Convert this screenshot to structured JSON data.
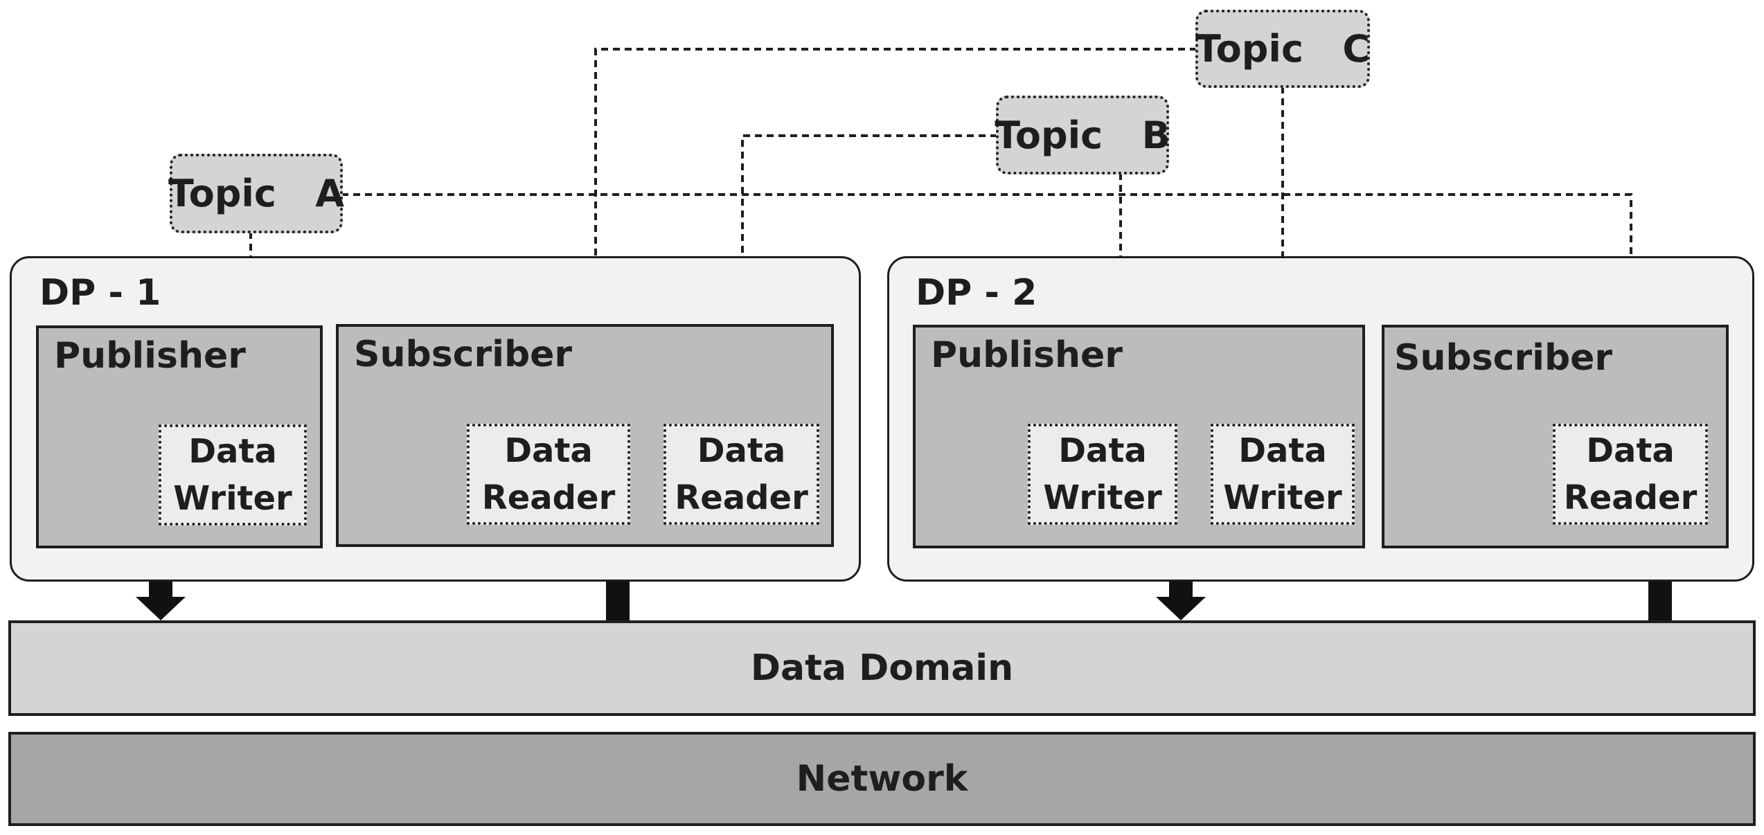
{
  "topics": {
    "a": "Topic   A",
    "b": "Topic   B",
    "c": "Topic   C"
  },
  "dp1": {
    "title": "DP - 1",
    "publisher": {
      "label": "Publisher",
      "writer": [
        "Data",
        "Writer"
      ]
    },
    "subscriber": {
      "label": "Subscriber",
      "reader1": [
        "Data",
        "Reader"
      ],
      "reader2": [
        "Data",
        "Reader"
      ]
    }
  },
  "dp2": {
    "title": "DP - 2",
    "publisher": {
      "label": "Publisher",
      "writer1": [
        "Data",
        "Writer"
      ],
      "writer2": [
        "Data",
        "Writer"
      ]
    },
    "subscriber": {
      "label": "Subscriber",
      "reader": [
        "Data",
        "Reader"
      ]
    }
  },
  "data_domain": "Data Domain",
  "network": "Network"
}
